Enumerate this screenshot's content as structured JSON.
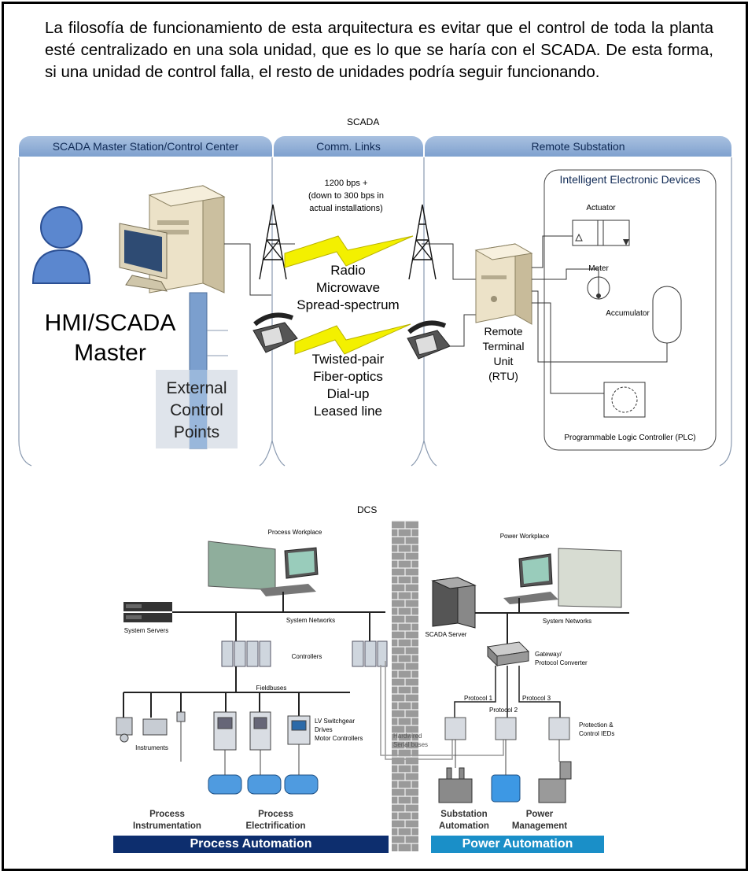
{
  "paragraph": "La filosofía de funcionamiento de esta arquitectura es evitar que el control de toda la planta esté centralizado en una sola unidad, que es lo que se haría con el SCADA. De esta forma, si una unidad de control falla, el resto de unidades podría seguir funcionando.",
  "scada": {
    "caption": "SCADA",
    "headers": [
      "SCADA Master Station/Control Center",
      "Comm. Links",
      "Remote Substation"
    ],
    "hmi_label_1": "HMI/SCADA",
    "hmi_label_2": "Master",
    "external_1": "External",
    "external_2": "Control",
    "external_3": "Points",
    "bps_1": "1200 bps +",
    "bps_2": "(down to 300 bps in",
    "bps_3": "actual installations)",
    "radio_1": "Radio",
    "radio_2": "Microwave",
    "radio_3": "Spread-spectrum",
    "wire_1": "Twisted-pair",
    "wire_2": "Fiber-optics",
    "wire_3": "Dial-up",
    "wire_4": "Leased line",
    "rtu_1": "Remote",
    "rtu_2": "Terminal",
    "rtu_3": "Unit",
    "rtu_4": "(RTU)",
    "ied_title": "Intelligent Electronic Devices",
    "actuator": "Actuator",
    "meter": "Meter",
    "accumulator": "Accumulator",
    "plc": "Programmable Logic Controller (PLC)",
    "colors": {
      "header": "#8eaad6",
      "lightning": "#f3f000",
      "pipe": "#7b9fce"
    }
  },
  "dcs": {
    "caption": "DCS",
    "process_workplace": "Process Workplace",
    "power_workplace": "Power Workplace",
    "system_servers": "System Servers",
    "system_networks_left": "System Networks",
    "system_networks_right": "System Networks",
    "controllers": "Controllers",
    "fieldbuses": "Fieldbuses",
    "instruments": "Instruments",
    "lv_1": "LV Switchgear",
    "lv_2": "Drives",
    "lv_3": "Motor Controllers",
    "hardwired_1": "Hardwired",
    "hardwired_2": "Serial buses",
    "scada_server": "SCADA Server",
    "gateway_1": "Gateway/",
    "gateway_2": "Protocol Converter",
    "protocol_1": "Protocol 1",
    "protocol_2": "Protocol 2",
    "protocol_3": "Protocol 3",
    "protection_1": "Protection &",
    "protection_2": "Control IEDs",
    "bottom_labels": [
      [
        "Process",
        "Instrumentation"
      ],
      [
        "Process",
        "Electrification"
      ],
      [
        "Substation",
        "Automation"
      ],
      [
        "Power",
        "Management"
      ]
    ],
    "banner_left": "Process Automation",
    "banner_right": "Power Automation",
    "colors": {
      "banner_left": "#0d2e6e",
      "banner_right": "#1a8fc8"
    }
  }
}
